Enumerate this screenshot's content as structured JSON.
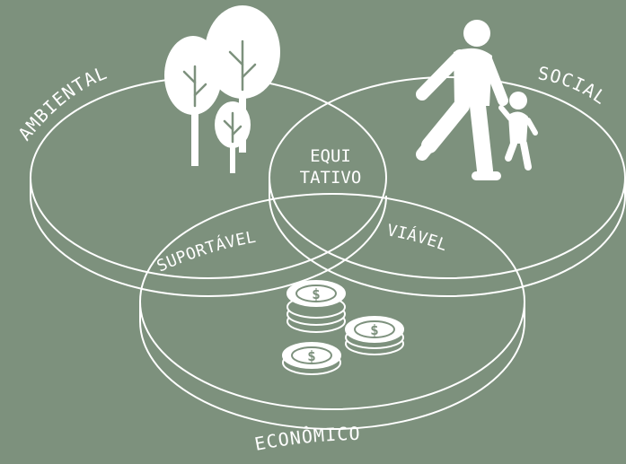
{
  "colors": {
    "background": "#7d917d",
    "stroke": "#ffffff",
    "fill": "#ffffff"
  },
  "icons": [
    "trees-icon",
    "adult-and-child-icon",
    "coins-icon"
  ],
  "labels": {
    "ambiental": "AMBIENTAL",
    "social": "SOCIAL",
    "economico": "ECONÔMICO",
    "equitativo_line1": "EQUI",
    "equitativo_line2": "TATIVO",
    "suportavel": "SUPORTÁVEL",
    "viavel": "VIÁVEL"
  }
}
